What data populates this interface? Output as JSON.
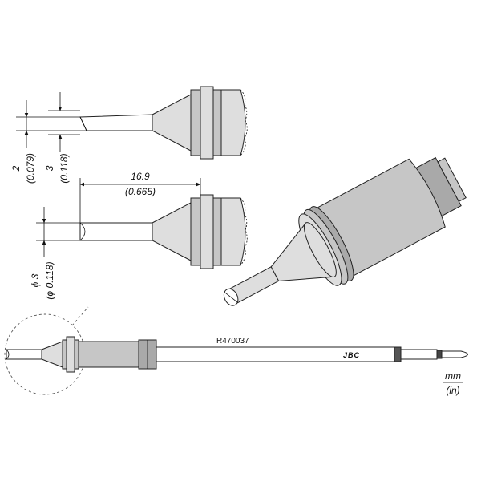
{
  "dimensions": {
    "top_a": "2",
    "top_a_in": "(0.079)",
    "top_b": "3",
    "top_b_in": "(0.118)",
    "length": "16.9",
    "length_in": "(0.665)",
    "diameter": "ϕ 3",
    "diameter_in": "(ϕ 0.118)"
  },
  "part_number": "R470037",
  "brand": "JBC",
  "units": {
    "primary": "mm",
    "secondary": "(in)"
  }
}
